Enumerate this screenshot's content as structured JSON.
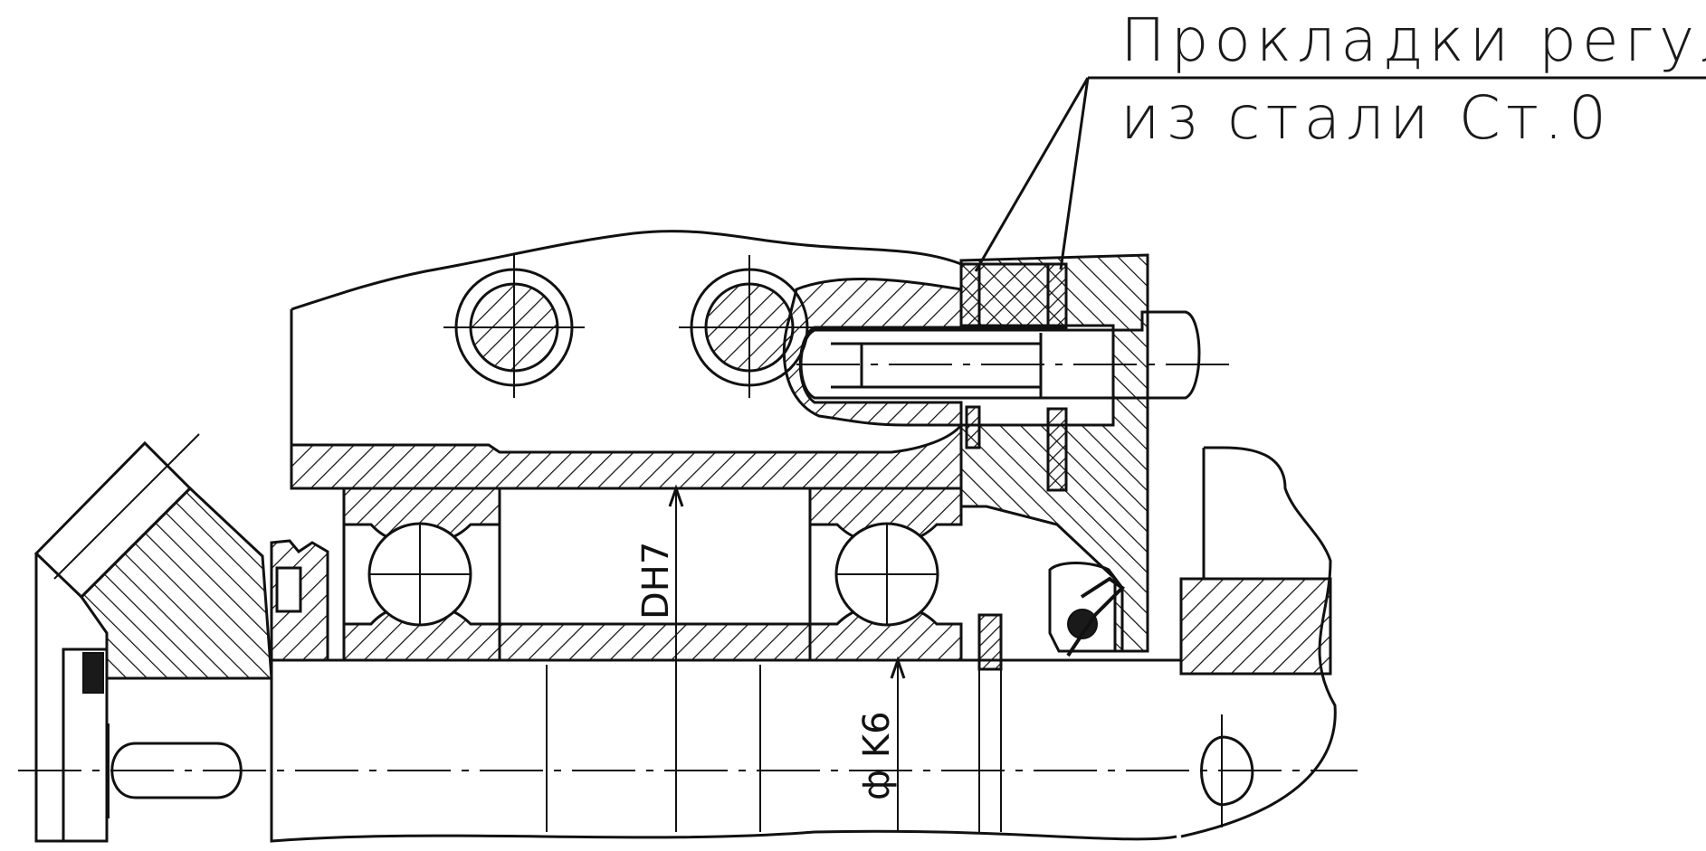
{
  "annotation": {
    "line1": "Прокладки регул.",
    "line2": "из стали Ст.0"
  },
  "dimensions": {
    "housing_bore_fit": "DH7",
    "shaft_fit": "ф K6"
  },
  "colors": {
    "ink": "#111111",
    "paper": "#ffffff"
  }
}
